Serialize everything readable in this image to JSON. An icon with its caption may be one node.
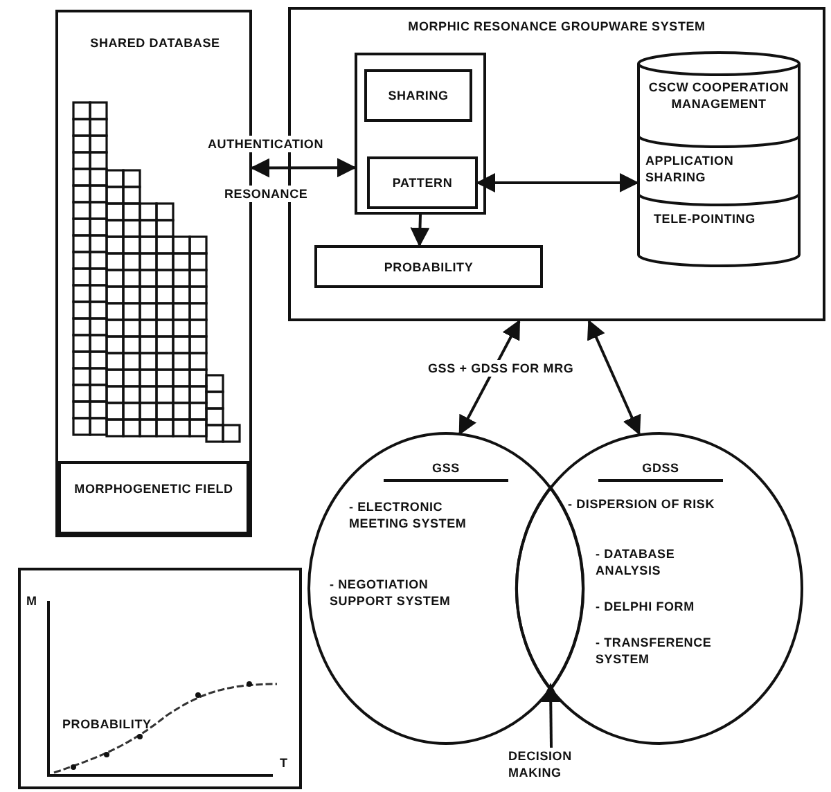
{
  "diagram": {
    "nodes": [
      {
        "text": [
          "SHARED DATABASE"
        ]
      },
      {
        "text": [
          "MORPHOGENETIC FIELD"
        ],
        "in": 0
      },
      {
        "text": [
          "MORPHIC RESONANCE GROUPWARE SYSTEM"
        ]
      },
      {
        "text": [],
        "shape": "box",
        "in": 2
      },
      {
        "text": [
          "SHARING"
        ],
        "in": 3
      },
      {
        "text": [
          "PATTERN"
        ],
        "in": 3
      },
      {
        "text": [
          "PROBABILITY"
        ],
        "in": 2
      },
      {
        "text": [
          "CSCW COOPERATION MANAGEMENT",
          "APPLICATION SHARING",
          "TELE-POINTING"
        ],
        "in": 2
      },
      {
        "text": [
          "GSS",
          "- ELECTRONIC MEETING SYSTEM",
          "- NEGOTIATION SUPPORT SYSTEM"
        ]
      },
      {
        "text": [
          "GDSS",
          "- DISPERSION OF RISK",
          "- DATABASE ANALYSIS",
          "- DELPHI FORM",
          "- TRANSFERENCE SYSTEM"
        ]
      },
      {
        "text": [
          "DECISION MAKING"
        ]
      },
      {
        "text": [
          "M",
          "PROBABILITY",
          "T"
        ]
      },
      {
        "text": [],
        "shape": "lens"
      }
    ],
    "edges": [
      {
        "from": 0,
        "to": 3,
        "arrow": "both",
        "label": "AUTHENTICATION"
      },
      {
        "from": 5,
        "to": 7,
        "arrow": "both"
      },
      {
        "from": 3,
        "to": 6,
        "arrow": "to"
      },
      {
        "from": 2,
        "to": 8,
        "arrow": "both"
      },
      {
        "from": 2,
        "to": 9,
        "arrow": "both"
      },
      {
        "from": 10,
        "to": 12,
        "arrow": "to"
      }
    ],
    "labels": [
      "RESONANCE",
      "GSS + GDSS FOR MRG"
    ]
  }
}
